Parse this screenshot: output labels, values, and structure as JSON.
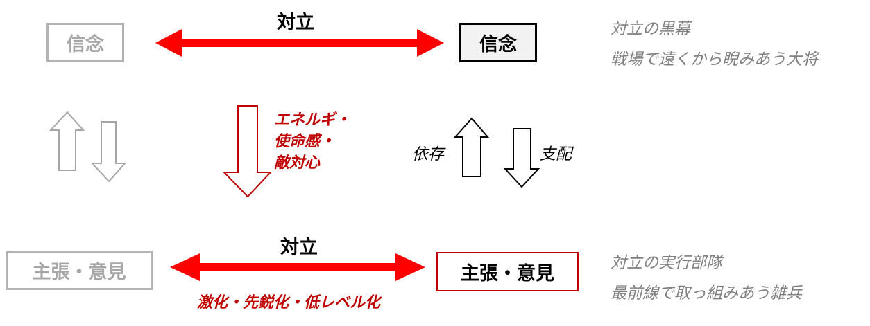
{
  "top": {
    "left_box": "信念",
    "right_box": "信念",
    "arrow_label": "対立",
    "note_lines": [
      "対立の黒幕",
      "戦場で遠くから睨みあう大将"
    ]
  },
  "bottom": {
    "left_box": "主張・意見",
    "right_box": "主張・意見",
    "arrow_label": "対立",
    "arrow_sublabel": "激化・先鋭化・低レベル化",
    "note_lines": [
      "対立の実行部隊",
      "最前線で取っ組みあう雑兵"
    ]
  },
  "middle": {
    "down_arrow_label_lines": [
      "エネルギ・",
      "使命感・",
      "敵対心"
    ],
    "up_label": "依存",
    "down_label": "支配"
  },
  "colors": {
    "red": "#ff0000",
    "dark_red": "#c00000",
    "gray": "#a6a6a6",
    "note_gray": "#7f7f7f"
  }
}
